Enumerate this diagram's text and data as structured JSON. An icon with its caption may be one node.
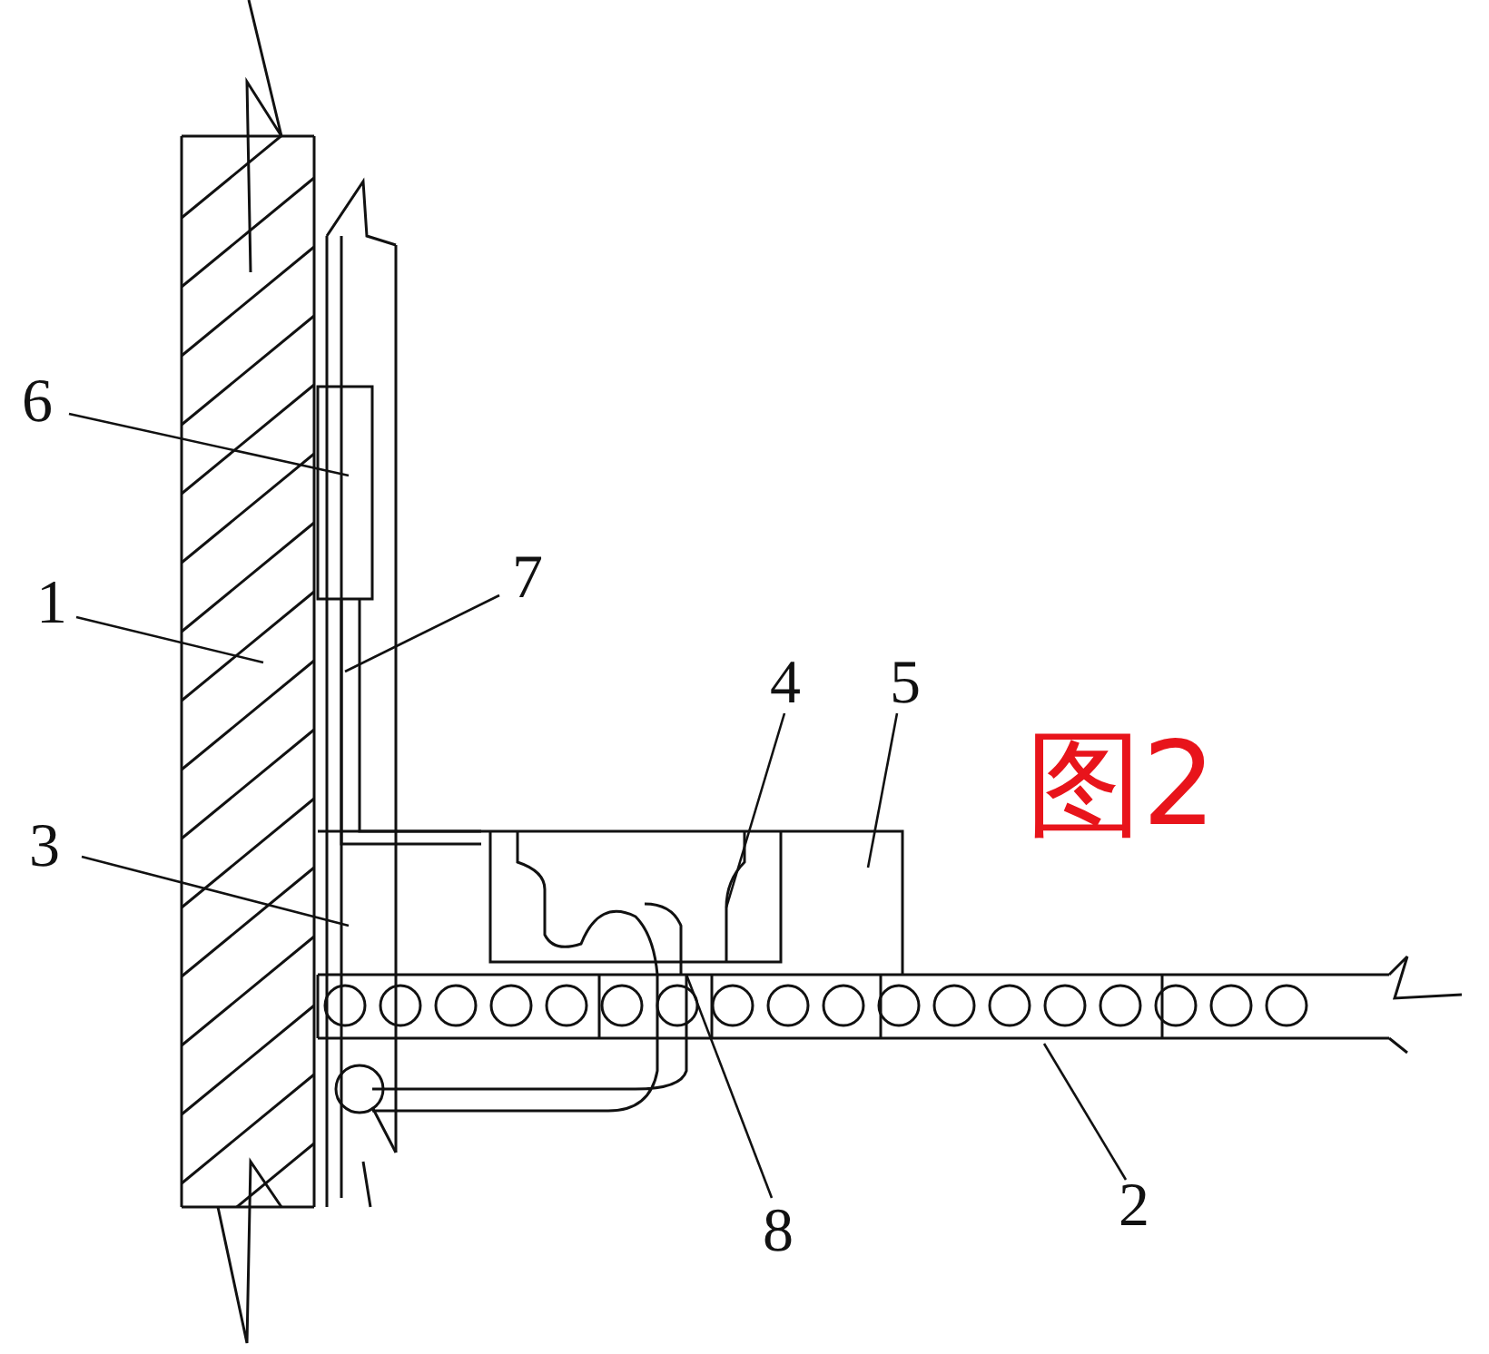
{
  "diagram": {
    "caption": "图2",
    "nodes": [
      {
        "text": [
          "6"
        ]
      },
      {
        "text": [
          "1"
        ]
      },
      {
        "text": [
          "7"
        ]
      },
      {
        "text": [
          "4"
        ]
      },
      {
        "text": [
          "5"
        ]
      },
      {
        "text": [
          "3"
        ]
      },
      {
        "text": [
          "8"
        ]
      },
      {
        "text": [
          "2"
        ]
      }
    ],
    "edges": [
      {
        "from": 0,
        "to": null,
        "arrow": "none"
      },
      {
        "from": 1,
        "to": null,
        "arrow": "none"
      },
      {
        "from": 2,
        "to": null,
        "arrow": "none"
      },
      {
        "from": 3,
        "to": null,
        "arrow": "none"
      },
      {
        "from": 4,
        "to": null,
        "arrow": "none"
      },
      {
        "from": 5,
        "to": null,
        "arrow": "none"
      },
      {
        "from": 6,
        "to": null,
        "arrow": "none"
      },
      {
        "from": 7,
        "to": null,
        "arrow": "none"
      }
    ]
  }
}
